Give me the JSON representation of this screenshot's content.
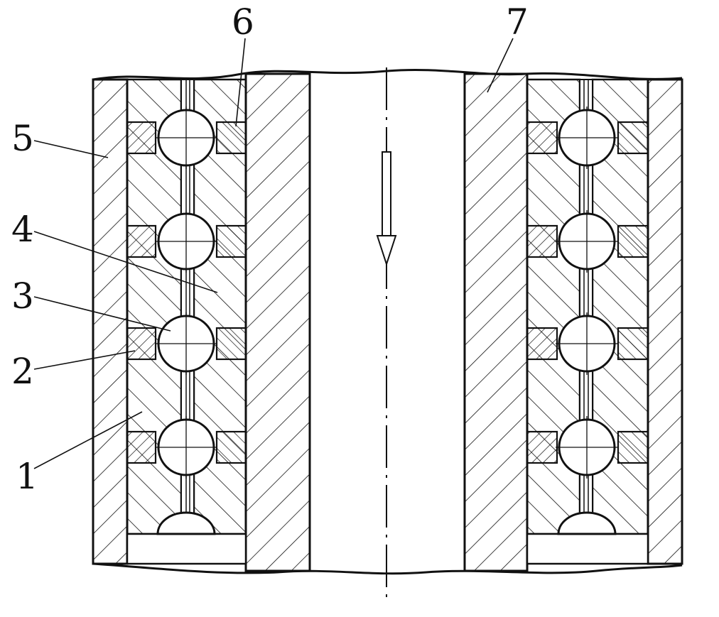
{
  "figure": {
    "callouts": [
      {
        "id": "callout-1",
        "label": "1"
      },
      {
        "id": "callout-2",
        "label": "2"
      },
      {
        "id": "callout-3",
        "label": "3"
      },
      {
        "id": "callout-4",
        "label": "4"
      },
      {
        "id": "callout-5",
        "label": "5"
      },
      {
        "id": "callout-6",
        "label": "6"
      },
      {
        "id": "callout-7",
        "label": "7"
      }
    ],
    "ball_rows_per_side": 4,
    "flow_arrow_direction": "down",
    "colors": {
      "ink": "#111111",
      "paper": "#ffffff"
    }
  }
}
